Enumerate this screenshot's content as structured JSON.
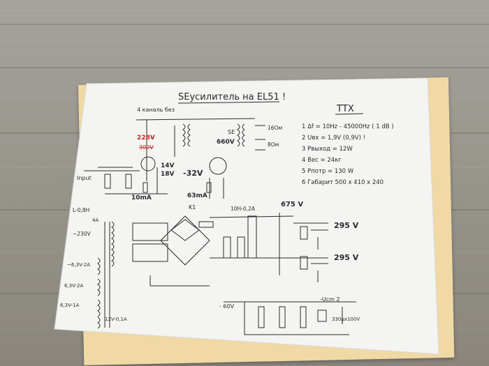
{
  "title": "SEусилитель на EL51 !",
  "subtitle": "4 каналь без",
  "specs_header": "ТТХ",
  "specs": [
    "1 Δf = 10Hz - 45000Hz ( 1 dB )",
    "2 Uвх = 1,9V (0,9V) !",
    "3 Рвыход = 12W",
    "4 Вес = 24кг",
    "5 Рпотр = 130 W",
    "6 Габарит 500 x 410 x 240"
  ],
  "labels": {
    "v228": "228V",
    "v300": "300V",
    "v660": "660V",
    "v14": "14V",
    "v18": "18V",
    "vneg32": "-32V",
    "ma10": "10mA",
    "ma63": "63mA",
    "se": "SE",
    "ohm16": "16Ом",
    "ohm8": "8Ом",
    "input": "Input",
    "v675": "675 V",
    "v295a": "295 V",
    "v295b": "295 V",
    "lh": "L-0,8H",
    "h10": "10H-0,2A",
    "k1": "K1",
    "neg60": "- 60V",
    "ucm": "-Ucm 2",
    "cap": "330μx100V",
    "a4": "4A",
    "v230": "~230V",
    "v25a": "~6,3V-2A",
    "v6a": "6,3V-2A",
    "v12a": "12V-0,1A",
    "v63a": "6,3V-1A"
  },
  "colors": {
    "paper": "#f4f4f2",
    "ink": "#2a2a2a",
    "red": "#c0261f",
    "blue": "#1d2f8a"
  }
}
